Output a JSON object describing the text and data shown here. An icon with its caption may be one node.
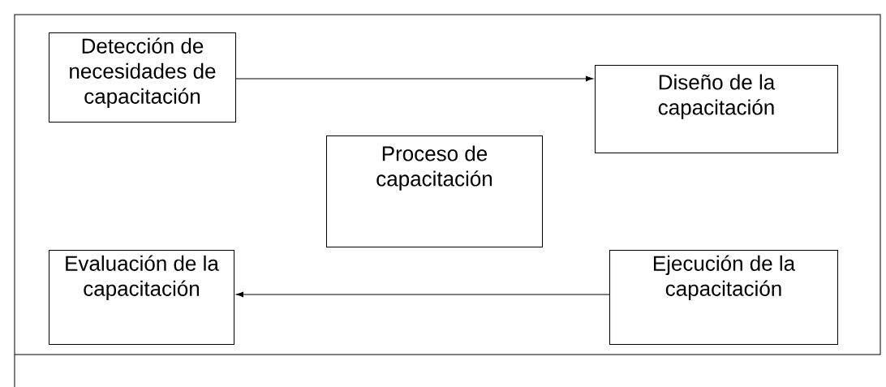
{
  "diagram": {
    "nodes": [
      {
        "text": [
          "Detección de necesidades de capacitación"
        ]
      },
      {
        "text": [
          "Diseño de la capacitación"
        ]
      },
      {
        "text": [
          "Proceso de capacitación"
        ]
      },
      {
        "text": [
          "Evaluación de la capacitación"
        ]
      },
      {
        "text": [
          "Ejecución de la capacitación"
        ]
      }
    ],
    "edges": [
      {
        "from": 0,
        "to": 1,
        "arrow": "to"
      },
      {
        "from": 4,
        "to": 3,
        "arrow": "to"
      }
    ]
  }
}
